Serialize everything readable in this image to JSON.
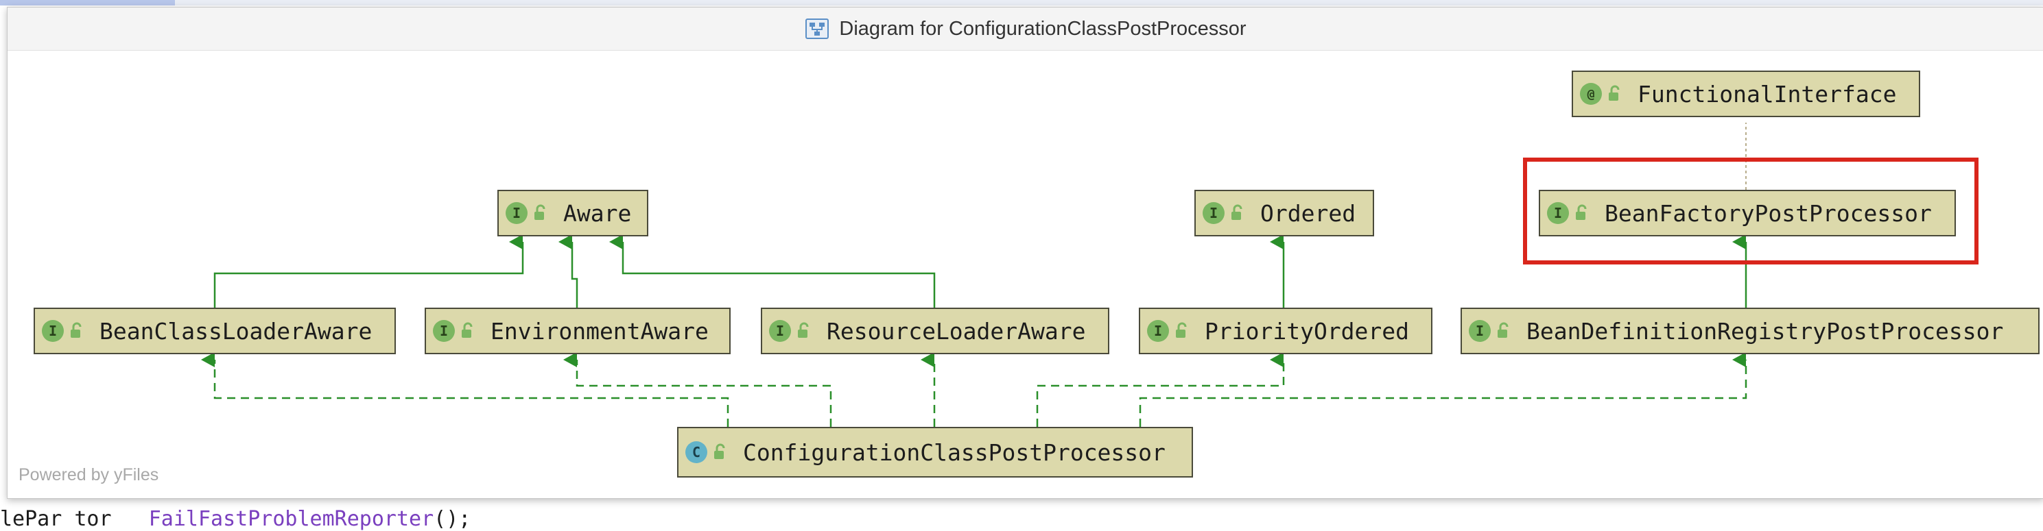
{
  "window": {
    "title": "Diagram for ConfigurationClassPostProcessor",
    "watermark": "Powered by yFiles"
  },
  "background_code": {
    "line_prefix": "lePar tor",
    "line_call": "FailFastProblemReporter",
    "line_suffix": "();"
  },
  "nodes": {
    "functional_interface": {
      "label": "FunctionalInterface",
      "kind": "annotation",
      "badge": "@"
    },
    "bean_factory_post_processor": {
      "label": "BeanFactoryPostProcessor",
      "kind": "interface",
      "badge": "I"
    },
    "aware": {
      "label": "Aware",
      "kind": "interface",
      "badge": "I"
    },
    "ordered": {
      "label": "Ordered",
      "kind": "interface",
      "badge": "I"
    },
    "bean_class_loader_aware": {
      "label": "BeanClassLoaderAware",
      "kind": "interface",
      "badge": "I"
    },
    "environment_aware": {
      "label": "EnvironmentAware",
      "kind": "interface",
      "badge": "I"
    },
    "resource_loader_aware": {
      "label": "ResourceLoaderAware",
      "kind": "interface",
      "badge": "I"
    },
    "priority_ordered": {
      "label": "PriorityOrdered",
      "kind": "interface",
      "badge": "I"
    },
    "bean_definition_registry_post_processor": {
      "label": "BeanDefinitionRegistryPostProcessor",
      "kind": "interface",
      "badge": "I"
    },
    "configuration_class_post_processor": {
      "label": "ConfigurationClassPostProcessor",
      "kind": "class",
      "badge": "C"
    }
  },
  "colors": {
    "node_fill": "#dcd9ab",
    "edge_green": "#2a8f2a",
    "highlight_red": "#d9261c",
    "interface_badge": "#7bb661",
    "class_badge": "#62b3c9"
  }
}
